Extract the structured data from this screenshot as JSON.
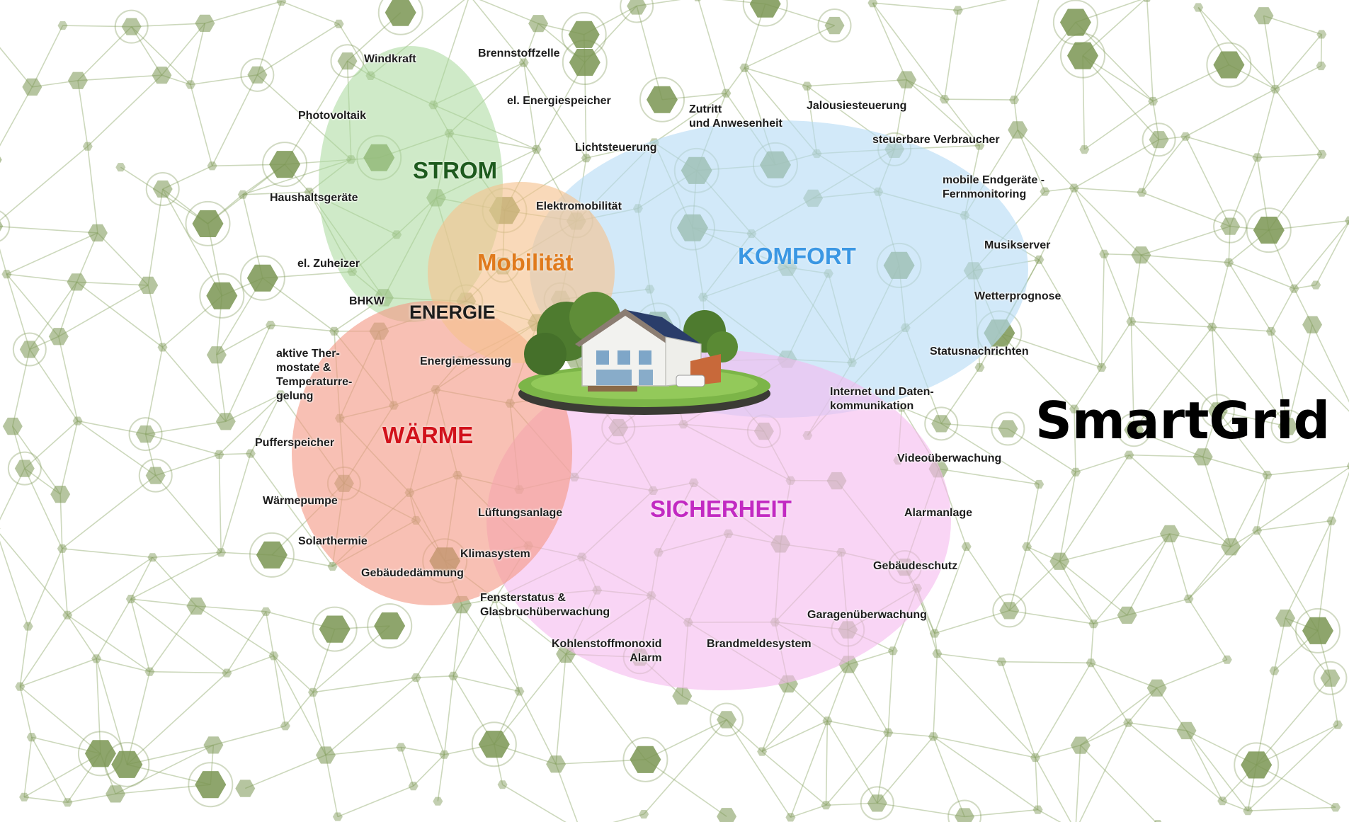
{
  "brand_title": "SmartGrid",
  "colors": {
    "network": "#7a9552",
    "strom": "#a8d89a",
    "mobilitaet": "#f6c28e",
    "komfort": "#b7dbf5",
    "waerme": "#f49a86",
    "sicherheit": "#f5b9ee"
  },
  "categories": {
    "strom": {
      "label": "STROM",
      "color": "#1e5a1e"
    },
    "mobilitaet": {
      "label": "Mobilität",
      "color": "#e07a1c"
    },
    "energie": {
      "label": "ENERGIE",
      "color": "#1c1c1c"
    },
    "komfort": {
      "label": "KOMFORT",
      "color": "#3b97e3"
    },
    "waerme": {
      "label": "WÄRME",
      "color": "#d1121b"
    },
    "sicherheit": {
      "label": "SICHERHEIT",
      "color": "#c22ac2"
    }
  },
  "labels": {
    "windkraft": "Windkraft",
    "brennstoffzelle": "Brennstoffzelle",
    "photovoltaik": "Photovoltaik",
    "energiespeicher": "el. Energiespeicher",
    "lichtsteuerung": "Lichtsteuerung",
    "haushaltsgeraete": "Haushaltsgeräte",
    "elektromobilitaet": "Elektromobilität",
    "zuheizer": "el. Zuheizer",
    "bhkw": "BHKW",
    "thermostate": "aktive Ther-\nmostate &\nTemperaturre-\ngelung",
    "energiemessung": "Energiemessung",
    "pufferspeicher": "Pufferspeicher",
    "waermepumpe": "Wärmepumpe",
    "solarthermie": "Solarthermie",
    "gebaeudedaemmung": "Gebäudedämmung",
    "lueftungsanlage": "Lüftungsanlage",
    "klimasystem": "Klimasystem",
    "fensterstatus": "Fensterstatus &\nGlasbruchüberwachung",
    "kohlenstoffmonoxid": "Kohlenstoffmonoxid\nAlarm",
    "brandmeldesystem": "Brandmeldesystem",
    "garagenueberwachung": "Garagenüberwachung",
    "gebaeudeschutz": "Gebäudeschutz",
    "alarmanlage": "Alarmanlage",
    "videoueberwachung": "Videoüberwachung",
    "internet": "Internet und Daten-\nkommunikation",
    "statusnachrichten": "Statusnachrichten",
    "wetterprognose": "Wetterprognose",
    "musikserver": "Musikserver",
    "mobile_endgeraete": "mobile Endgeräte -\nFernmonitoring",
    "steuerbare_verbraucher": "steuerbare Verbraucher",
    "jalousiesteuerung": "Jalousiesteuerung",
    "zutritt": "Zutritt\nund Anwesenheit"
  }
}
